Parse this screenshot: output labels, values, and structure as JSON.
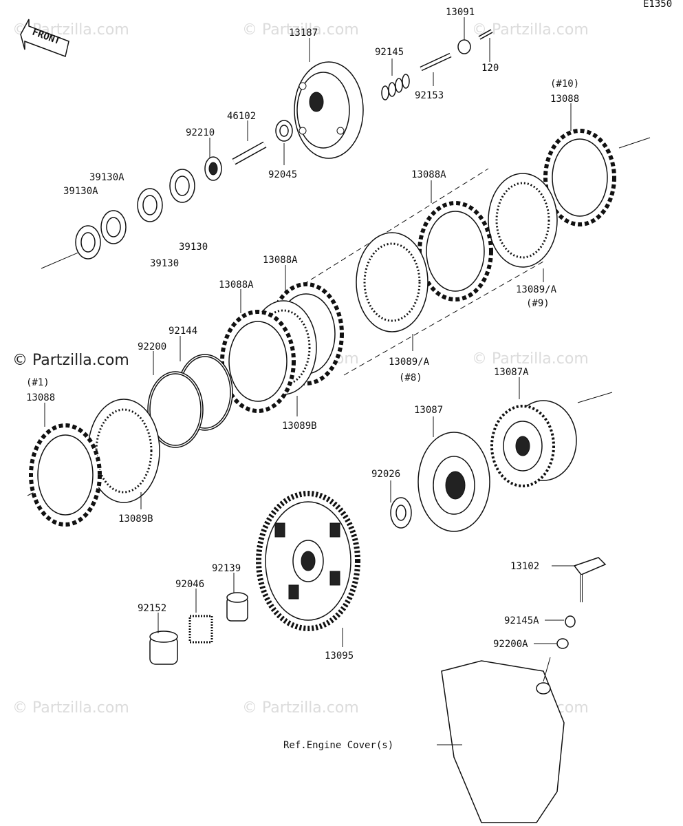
{
  "diagram_code": "E1350",
  "front_label": "FRONT",
  "watermark": "© Partzilla.com",
  "labels": {
    "p13091": "13091",
    "p13187": "13187",
    "p92145": "92145",
    "p120": "120",
    "p92153": "92153",
    "p46102": "46102",
    "p92210": "92210",
    "p92045": "92045",
    "p39130A_1": "39130A",
    "p39130A_2": "39130A",
    "p39130_1": "39130",
    "p39130_2": "39130",
    "p10": "(#10)",
    "p13088_top": "13088",
    "p13088A_1": "13088A",
    "p13088A_2": "13088A",
    "p13088A_3": "13088A",
    "p13089A_9": "13089/A",
    "p9": "(#9)",
    "p13089A_8": "13089/A",
    "p8": "(#8)",
    "p92144": "92144",
    "p92200": "92200",
    "p1": "(#1)",
    "p13088_bot": "13088",
    "p13089B_1": "13089B",
    "p13089B_2": "13089B",
    "p13087A": "13087A",
    "p13087": "13087",
    "p92026": "92026",
    "p13102": "13102",
    "p92139": "92139",
    "p92046": "92046",
    "p92152": "92152",
    "p13095": "13095",
    "p92145A": "92145A",
    "p92200A": "92200A",
    "ref_cover": "Ref.Engine Cover(s)"
  }
}
